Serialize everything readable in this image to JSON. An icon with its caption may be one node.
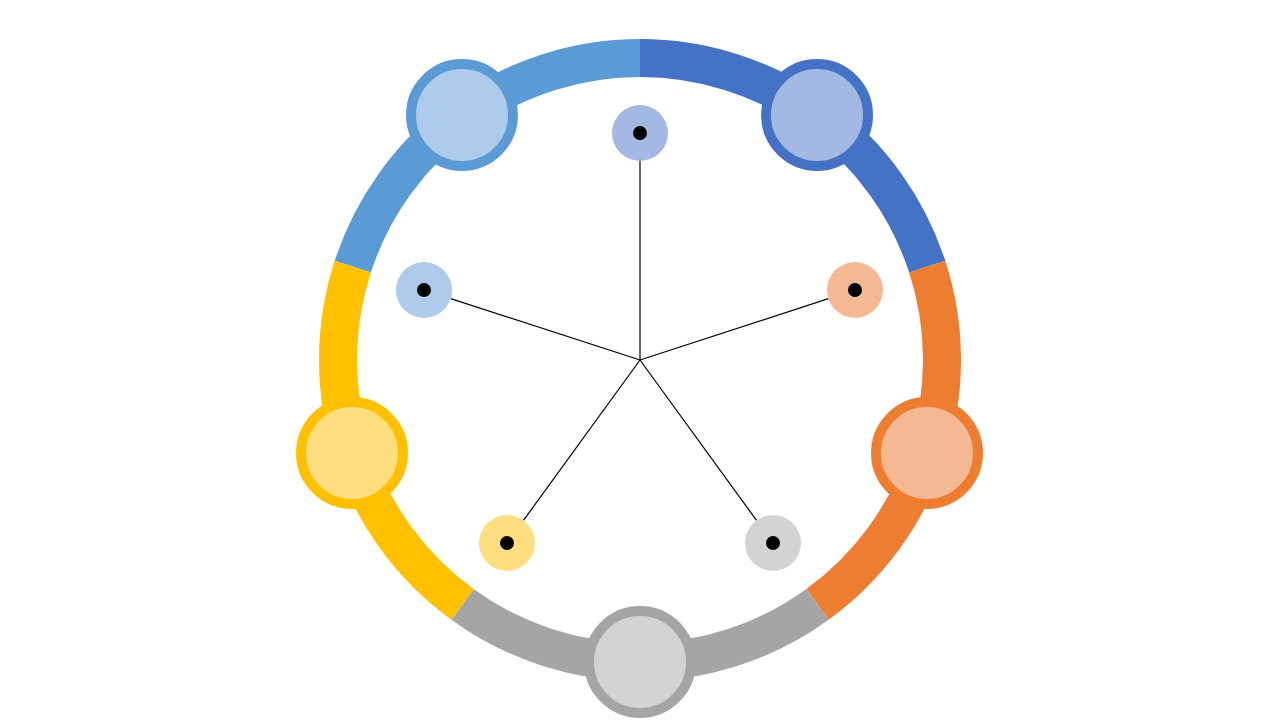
{
  "diagram": {
    "nodes": [
      {
        "text": [],
        "shape": "circle"
      },
      {
        "text": [],
        "shape": "circle"
      },
      {
        "text": [],
        "shape": "circle"
      },
      {
        "text": [],
        "shape": "circle"
      },
      {
        "text": [],
        "shape": "circle"
      },
      {
        "text": [],
        "shape": "circle"
      },
      {
        "text": [],
        "shape": "circle"
      },
      {
        "text": [],
        "shape": "circle"
      },
      {
        "text": [],
        "shape": "circle"
      },
      {
        "text": [],
        "shape": "circle"
      }
    ],
    "edges": [
      {
        "from": null,
        "to": 5,
        "arrow": "none"
      },
      {
        "from": null,
        "to": 6,
        "arrow": "none"
      },
      {
        "from": null,
        "to": 7,
        "arrow": "none"
      },
      {
        "from": null,
        "to": 8,
        "arrow": "none"
      },
      {
        "from": null,
        "to": 9,
        "arrow": "none"
      }
    ]
  }
}
